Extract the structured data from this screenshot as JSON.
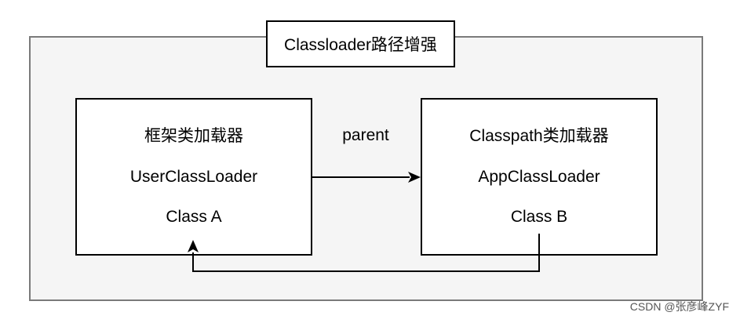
{
  "diagram": {
    "title": "Classloader路径增强",
    "nodes": [
      {
        "id": "framework",
        "lines": [
          "框架类加载器",
          "UserClassLoader",
          "Class A"
        ]
      },
      {
        "id": "classpath",
        "lines": [
          "Classpath类加载器",
          "AppClassLoader",
          "Class B"
        ]
      }
    ],
    "edges": [
      {
        "from": "framework",
        "to": "classpath",
        "label": "parent"
      },
      {
        "from": "classpath",
        "to": "framework",
        "label": ""
      }
    ]
  },
  "watermark": "CSDN @张彦峰ZYF"
}
